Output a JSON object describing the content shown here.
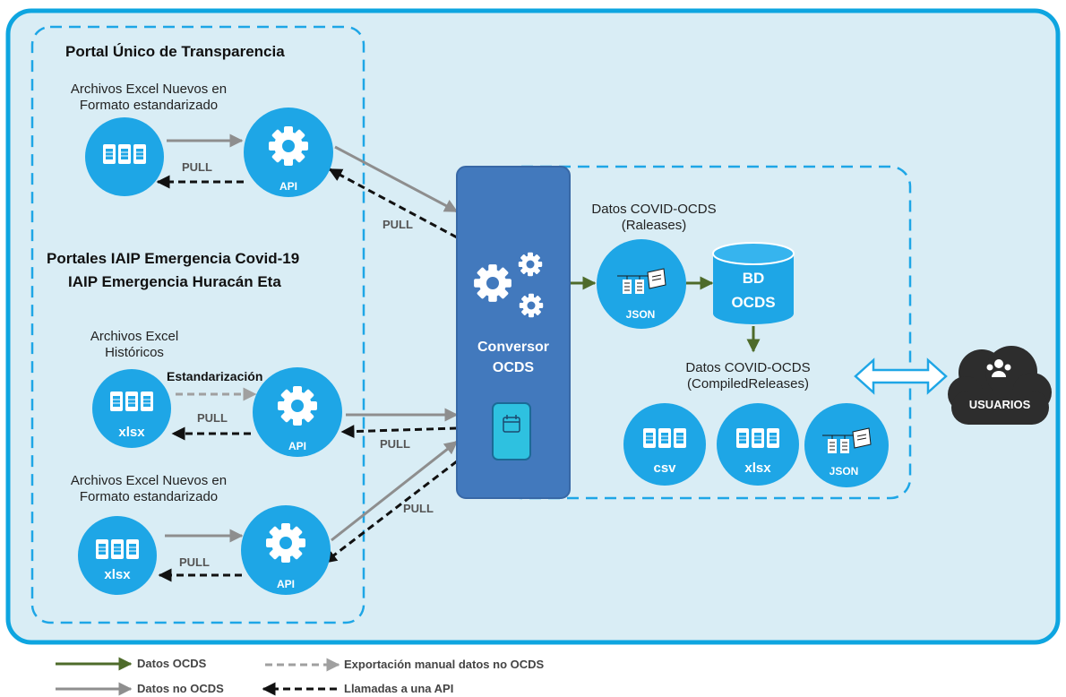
{
  "portal_title": "Portal Único de Transparencia",
  "emergency_title_1": "Portales IAIP Emergencia Covid-19",
  "emergency_title_2": "IAIP Emergencia Huracán Eta",
  "source_top": {
    "line1": "Archivos Excel Nuevos en",
    "line2": "Formato estandarizado"
  },
  "source_hist": {
    "line1": "Archivos Excel",
    "line2": "Históricos",
    "step": "Estandarización",
    "file_label": "xlsx"
  },
  "source_bottom": {
    "line1": "Archivos Excel Nuevos en",
    "line2": "Formato estandarizado",
    "file_label": "xlsx"
  },
  "api_label": "API",
  "pull_label": "PULL",
  "converter": {
    "line1": "Conversor",
    "line2": "OCDS"
  },
  "releases": {
    "line1": "Datos COVID-OCDS",
    "line2": "(Raleases)",
    "file_label": "JSON"
  },
  "database": {
    "line1": "BD",
    "line2": "OCDS"
  },
  "compiled": {
    "line1": "Datos COVID-OCDS",
    "line2": "(CompiledReleases)",
    "formats": [
      "csv",
      "xlsx",
      "JSON"
    ]
  },
  "users_label": "USUARIOS",
  "legend": {
    "ocds": "Datos OCDS",
    "non_ocds": "Datos no OCDS",
    "manual_export": "Exportación manual datos no OCDS",
    "api_calls": "Llamadas a una API"
  },
  "colors": {
    "panel_bg": "#d9edf5",
    "panel_border": "#0ea5e0",
    "node_blue": "#1ea6e6",
    "converter_bg": "#4279bd",
    "ocds_arrow": "#4e6b2a",
    "grey_arrow": "#8e8e8e",
    "cloud": "#2d2d2d"
  },
  "icons": [
    "gear-icon",
    "gears-icon",
    "document-icon",
    "json-icon",
    "database-icon",
    "users-icon",
    "cloud-icon",
    "calendar-icon"
  ]
}
